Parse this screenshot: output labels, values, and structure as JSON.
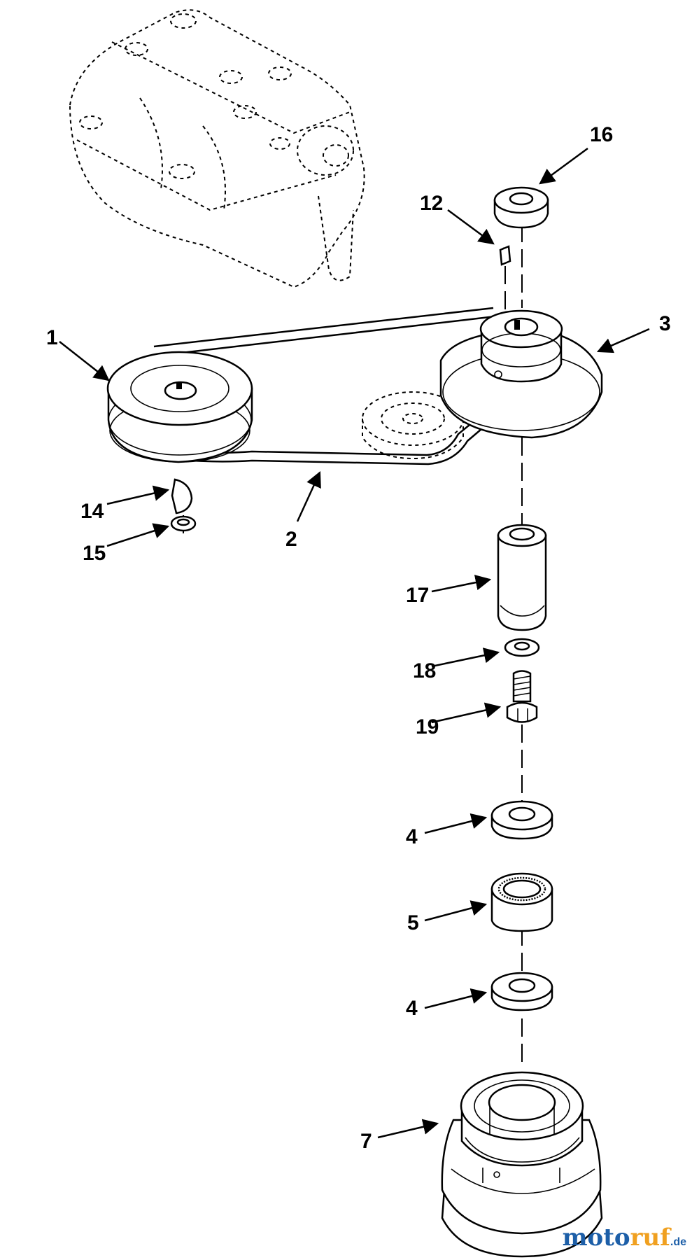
{
  "diagram": {
    "labels": [
      {
        "id": "1",
        "text": "1"
      },
      {
        "id": "2",
        "text": "2"
      },
      {
        "id": "3",
        "text": "3"
      },
      {
        "id": "4a",
        "text": "4"
      },
      {
        "id": "4b",
        "text": "4"
      },
      {
        "id": "5",
        "text": "5"
      },
      {
        "id": "7",
        "text": "7"
      },
      {
        "id": "12",
        "text": "12"
      },
      {
        "id": "14",
        "text": "14"
      },
      {
        "id": "15",
        "text": "15"
      },
      {
        "id": "16",
        "text": "16"
      },
      {
        "id": "17",
        "text": "17"
      },
      {
        "id": "18",
        "text": "18"
      },
      {
        "id": "19",
        "text": "19"
      }
    ]
  },
  "watermark": {
    "part1": "moto",
    "part2": "ruf",
    "suffix": ".de"
  }
}
